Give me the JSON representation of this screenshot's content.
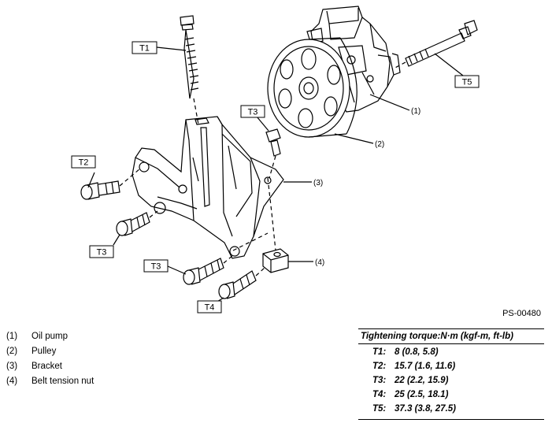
{
  "diagram": {
    "callouts": [
      {
        "id": "t1a",
        "label": "T1"
      },
      {
        "id": "t3a",
        "label": "T3"
      },
      {
        "id": "t2a",
        "label": "T2"
      },
      {
        "id": "t3b",
        "label": "T3"
      },
      {
        "id": "t3c",
        "label": "T3"
      },
      {
        "id": "t4a",
        "label": "T4"
      },
      {
        "id": "t5a",
        "label": "T5"
      }
    ],
    "refs": [
      "(1)",
      "(2)",
      "(3)",
      "(4)"
    ],
    "figure_id": "PS-00480"
  },
  "legend": [
    {
      "num": "(1)",
      "name": "Oil pump"
    },
    {
      "num": "(2)",
      "name": "Pulley"
    },
    {
      "num": "(3)",
      "name": "Bracket"
    },
    {
      "num": "(4)",
      "name": "Belt tension nut"
    }
  ],
  "torque_table": {
    "heading": "Tightening torque:N·m (kgf-m, ft-lb)",
    "rows": [
      {
        "code": "T1:",
        "value": "8 (0.8, 5.8)"
      },
      {
        "code": "T2:",
        "value": "15.7 (1.6, 11.6)"
      },
      {
        "code": "T3:",
        "value": "22 (2.2, 15.9)"
      },
      {
        "code": "T4:",
        "value": "25 (2.5, 18.1)"
      },
      {
        "code": "T5:",
        "value": "37.3 (3.8, 27.5)"
      }
    ]
  }
}
